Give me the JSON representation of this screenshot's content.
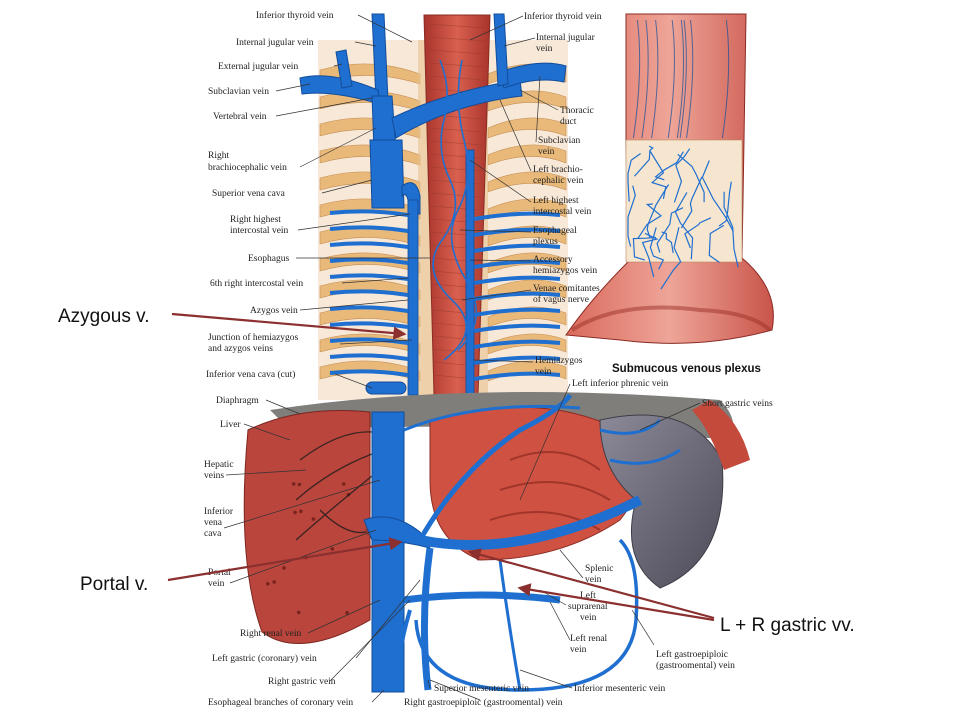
{
  "colors": {
    "vein": "#1f6fd0",
    "vein_dark": "#124d9a",
    "muscle": "#c94a3c",
    "rib": "#e9b97a",
    "arrow": "#8b2f2f",
    "spleen": "#6c6a78",
    "liver": "#b9453c"
  },
  "callouts": {
    "azygous": "Azygous v.",
    "portal": "Portal v.",
    "gastric": "L + R gastric vv."
  },
  "inset_title": "Submucous venous plexus",
  "labels_left": [
    {
      "text": "Inferior thyroid vein"
    },
    {
      "text": "Internal jugular vein"
    },
    {
      "text": "External jugular vein"
    },
    {
      "text": "Subclavian vein"
    },
    {
      "text": "Vertebral vein"
    },
    {
      "text": "Right"
    },
    {
      "text": "brachiocephalic vein"
    },
    {
      "text": "Superior vena cava"
    },
    {
      "text": "Right highest"
    },
    {
      "text": "intercostal vein"
    },
    {
      "text": "Esophagus"
    },
    {
      "text": "6th right intercostal vein"
    },
    {
      "text": "Azygos vein"
    },
    {
      "text": "Junction of hemiazygos"
    },
    {
      "text": "and azygos veins"
    },
    {
      "text": "Inferior vena cava (cut)"
    },
    {
      "text": "Diaphragm"
    },
    {
      "text": "Liver"
    },
    {
      "text": "Hepatic"
    },
    {
      "text": "veins"
    },
    {
      "text": "Inferior"
    },
    {
      "text": "vena"
    },
    {
      "text": "cava"
    },
    {
      "text": "Portal"
    },
    {
      "text": "vein"
    },
    {
      "text": "Right renal vein"
    },
    {
      "text": "Left gastric (coronary) vein"
    },
    {
      "text": "Right gastric vein"
    },
    {
      "text": "Esophageal branches of coronary vein"
    }
  ],
  "labels_right": [
    {
      "text": "Inferior thyroid vein"
    },
    {
      "text": "Internal jugular"
    },
    {
      "text": "vein"
    },
    {
      "text": "Thoracic"
    },
    {
      "text": "duct"
    },
    {
      "text": "Subclavian"
    },
    {
      "text": "vein"
    },
    {
      "text": "Left brachio-"
    },
    {
      "text": "cephalic vein"
    },
    {
      "text": "Left highest"
    },
    {
      "text": "intercostal vein"
    },
    {
      "text": "Esophageal"
    },
    {
      "text": "plexus"
    },
    {
      "text": "Accessory"
    },
    {
      "text": "hemiazygos vein"
    },
    {
      "text": "Venae comitantes"
    },
    {
      "text": "of vagus nerve"
    },
    {
      "text": "Hemiazygos"
    },
    {
      "text": "vein"
    },
    {
      "text": "Left inferior phrenic vein"
    },
    {
      "text": "Short gastric veins"
    },
    {
      "text": "Splenic"
    },
    {
      "text": "vein"
    },
    {
      "text": "Left"
    },
    {
      "text": "suprarenal"
    },
    {
      "text": "vein"
    },
    {
      "text": "Left renal"
    },
    {
      "text": "vein"
    },
    {
      "text": "Left gastroepiploic"
    },
    {
      "text": "(gastroomental) vein"
    },
    {
      "text": "Superior mesenteric vein"
    },
    {
      "text": "Inferior mesenteric vein"
    },
    {
      "text": "Right gastroepiploic (gastroomental) vein"
    }
  ]
}
